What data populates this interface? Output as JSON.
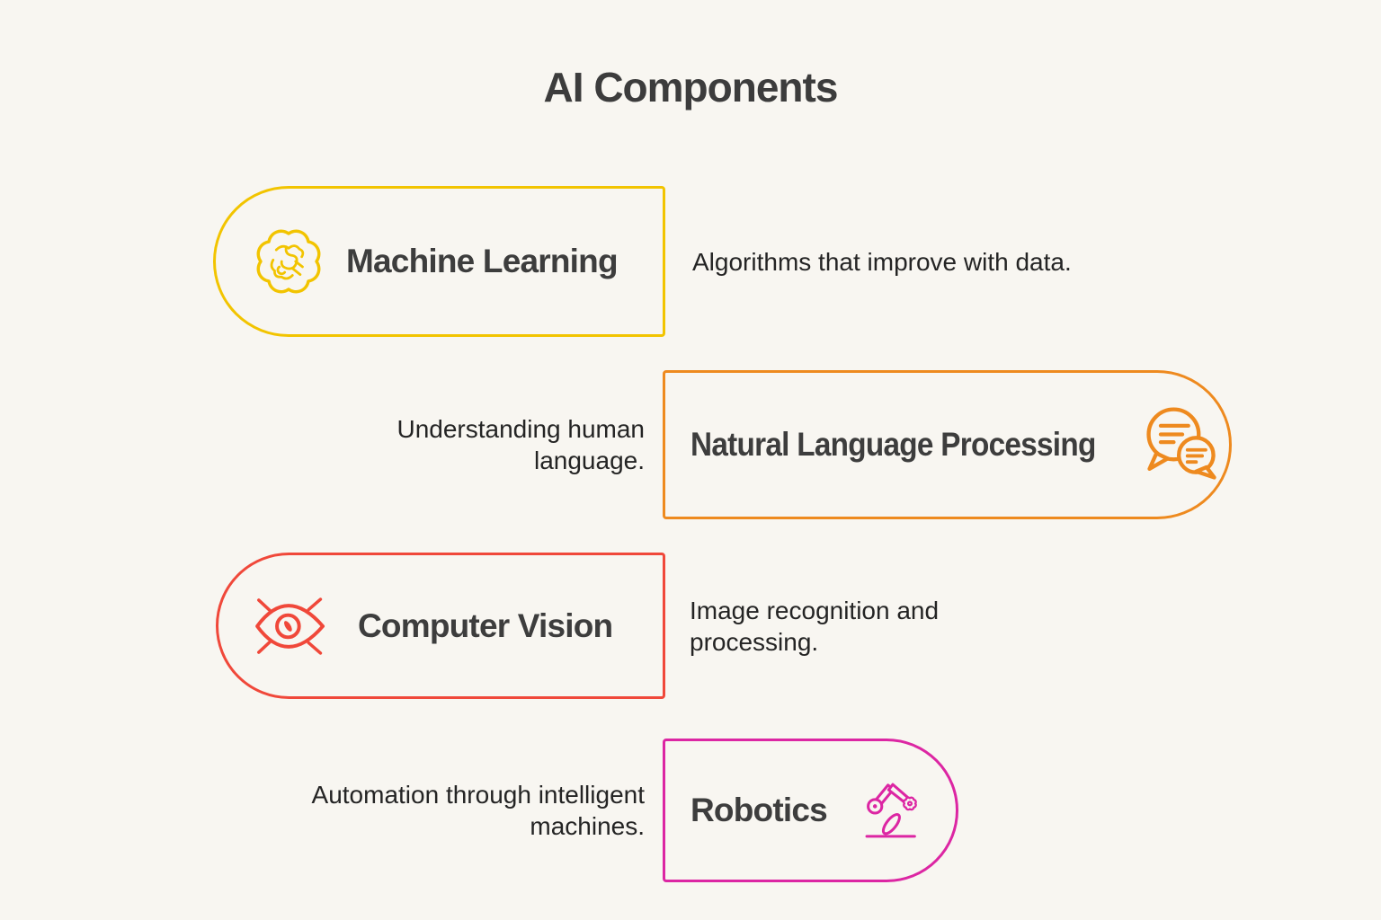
{
  "page": {
    "title": "AI Components",
    "background": "#F8F6F1",
    "title_color": "#3C3C3C",
    "label_color": "#3D3D3D",
    "description_color": "#242424"
  },
  "components": [
    {
      "label": "Machine Learning",
      "description": "Algorithms that improve with data.",
      "lines": [
        "Algorithms that improve with data."
      ],
      "icon": "brain-icon",
      "color": "#F2C400",
      "side": "left"
    },
    {
      "label": "Natural Language Processing",
      "description": "Understanding human language.",
      "lines": [
        "Understanding human",
        "language."
      ],
      "icon": "chat-bubbles-icon",
      "color": "#EE8A1F",
      "side": "right"
    },
    {
      "label": "Computer Vision",
      "description": "Image recognition and processing.",
      "lines": [
        "Image recognition and",
        "processing."
      ],
      "icon": "eye-icon",
      "color": "#F0483A",
      "side": "left"
    },
    {
      "label": "Robotics",
      "description": "Automation through intelligent machines.",
      "lines": [
        "Automation through intelligent",
        "machines."
      ],
      "icon": "robot-arm-icon",
      "color": "#DC26A3",
      "side": "right"
    }
  ]
}
